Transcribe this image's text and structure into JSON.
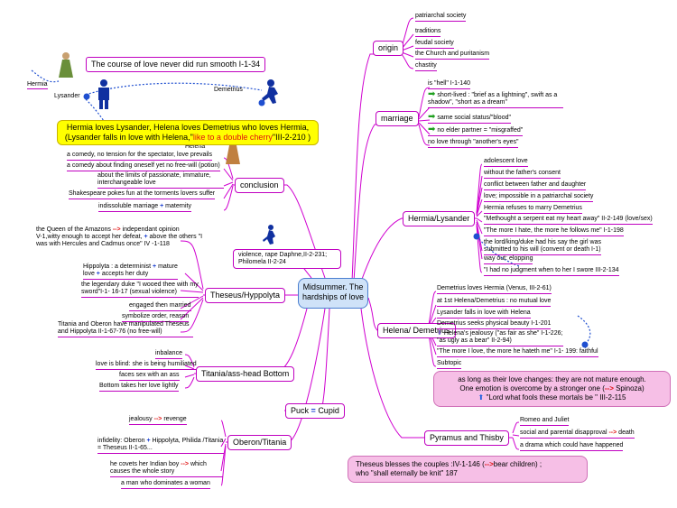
{
  "center": {
    "line1": "Midsummer. The",
    "line2": "hardships of love"
  },
  "colors": {
    "branch": "#d000d0",
    "center_fill": "#cfe2f8",
    "yellow": "#ffff00",
    "pink": "#f6bfe6",
    "blue_dot": "#1f4fd0"
  },
  "top_quote": "The course of love never did run smooth I-1-34",
  "figures": {
    "hermia": "Hermia",
    "lysander": "Lysander",
    "demetrius": "Demetrius",
    "helena": "Helena"
  },
  "summary": {
    "line1": "Hermia loves Lysander, Helena loves Demetrius who loves Hermia,",
    "line2_a": "(Lysander falls in love with Helena,\"",
    "line2_red": "like to a double cherry",
    "line2_b": "\"III-2-210 )"
  },
  "origin": {
    "label": "origin",
    "items": [
      "patriarchal society",
      "traditions",
      "feudal society",
      "the Church and puritanism",
      "chastity"
    ]
  },
  "marriage": {
    "label": "marriage",
    "items": [
      "is \"hell\"  I-1-140",
      "short-lived : \"brief as a lightning\", swift as a shadow\", \"short as a dream\"",
      "same social status/\"blood\"",
      "no elder partner = \"misgraffed\"",
      "no love through \"another's eyes\""
    ]
  },
  "hermia_lysander": {
    "label": "Hermia/Lysander",
    "items": [
      "adolescent love",
      "without the father's consent",
      "conflict between father and daughter",
      "love; impossible in a patriarchal society",
      "Hermia refuses to marry Demetrius",
      "\"Methought a serpent eat my heart away\" II-2-149 (love/sex)",
      "\"The more I hate, the more he follows me\" I-1-198",
      "the lord/king/duke had his say the girl was submitted to his will (convent or death I-1)",
      "way out: elopping",
      "\"I had no judgment when to her I swore III-2-134"
    ]
  },
  "helena_demetrius": {
    "label": "Helena/ Demetrius",
    "items": [
      "Demetrius loves Hermia (Venus, III-2-61)",
      "at 1st Helena/Demetrius : no mutual love",
      "Lysander falls in love with Helena",
      "Demetrius seeks physical beauty I-1-201",
      "Helena's jealousy (\"as fair as she\" I-1-226; \"as ugly as a bear\" II-2-94)",
      "\"The more I love, the more he hateth me\" I-1- 199: faithful",
      "Subtopic"
    ]
  },
  "pink_callout": {
    "line1": "as long as their love changes: they are not mature enough.",
    "line2": "One emotion is overcome by a stronger one (",
    "line2_arrow": "-->",
    "line2_b": " Spinoza)",
    "line3": "\"Lord what fools these mortals be \" III-2-115"
  },
  "pyramus": {
    "label": "Pyramus and Thisby",
    "items": [
      "Romeo and Juliet",
      "social and parental disapproval",
      "death",
      "a drama which could have happened"
    ]
  },
  "theseus_callout": {
    "line1a": "Theseus blesses the couples :IV-1-146 (",
    "line1_arrow": "-->",
    "line1b": "bear children) ;",
    "line2": "who \"shall eternally be knit\" 187"
  },
  "conclusion": {
    "label": "conclusion",
    "items": [
      "a comedy,  no tension for the spectator, love prevails",
      "a comedy about finding oneself yet no free-will (potion)",
      "about the limits of passionate, immature, interchangeable love",
      "Shakespeare pokes fun at the torments lovers suffer",
      "indissoluble marriage",
      "maternity"
    ]
  },
  "violence": "violence, rape Daphne,II-2-231; Philomela II-2-24",
  "theseus": {
    "label": "Theseus/Hyppolyta",
    "items": [
      "the Queen of the Amazons",
      "independant opinion",
      "V-1,witty enough to accept her defeat,",
      "above the others \"I was with Hercules and Cadmus once\" IV -1-118",
      "Hippolyta : a determinist",
      "mature love",
      "accepts her duty",
      "the legendary duke  \"I wooed thee with my sword\"I-1- 16-17 (sexual violence)",
      "engaged then married",
      "symbolize order, reason",
      "Titania and Oberon have manipulated Theseus and Hippolyta II-1-67-76 (no free-will)"
    ]
  },
  "titania_bottom": {
    "label": "Titania/ass-head Bottom",
    "items": [
      "inbalance",
      "love is blind: she is being humiliated",
      "faces sex with an ass",
      "Bottom takes her love lightly"
    ]
  },
  "puck": {
    "label_a": "Puck",
    "eq": "=",
    "label_b": "Cupid"
  },
  "oberon": {
    "label": "Oberon/Titania",
    "items": [
      "jealousy",
      "revenge",
      "infidelity:  Oberon",
      "Hippolyta, Philida /Titania = Theseus II-1-65...",
      "he covets her Indian boy",
      "which causes the whole story",
      "a man who dominates a woman"
    ]
  }
}
